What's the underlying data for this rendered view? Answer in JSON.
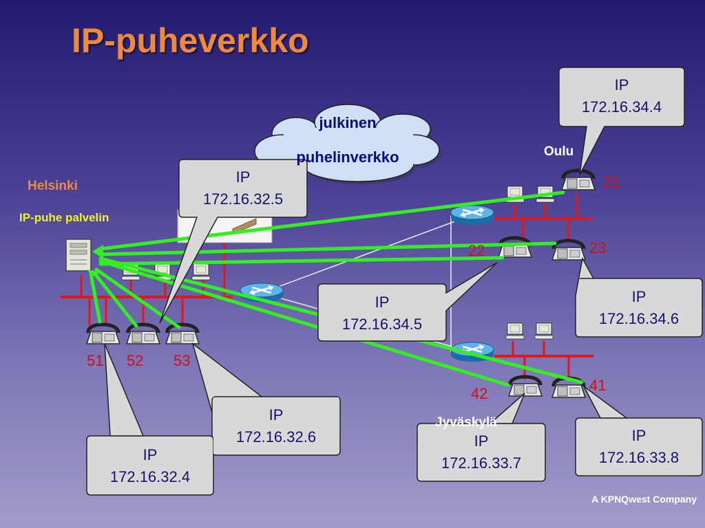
{
  "title": "IP-puheverkko",
  "cloud": {
    "line1": "julkinen",
    "line2": "puhelinverkko"
  },
  "sites": {
    "helsinki": "Helsinki",
    "server_label": "IP-puhe palvelin",
    "oulu": "Oulu",
    "jyvaskyla": "Jyväskylä"
  },
  "extensions": {
    "e51": "51",
    "e52": "52",
    "e53": "53",
    "e21": "21",
    "e23": "23",
    "e22": "22",
    "e41": "41",
    "e42": "42"
  },
  "callouts": {
    "c_34_4": {
      "line1": "IP",
      "line2": "172.16.34.4"
    },
    "c_32_5": {
      "line1": "IP",
      "line2": "172.16.32.5"
    },
    "c_34_5": {
      "line1": "IP",
      "line2": "172.16.34.5"
    },
    "c_34_6": {
      "line1": "IP",
      "line2": "172.16.34.6"
    },
    "c_32_6": {
      "line1": "IP",
      "line2": "172.16.32.6"
    },
    "c_32_4": {
      "line1": "IP",
      "line2": "172.16.32.4"
    },
    "c_33_7": {
      "line1": "IP",
      "line2": "172.16.33.7"
    },
    "c_33_8": {
      "line1": "IP",
      "line2": "172.16.33.8"
    }
  },
  "footer": {
    "company": "A KPNQwest Company"
  },
  "colors": {
    "title": "#ef8a3c",
    "site_label": "#ef8a3c",
    "server_label": "#f2f22a",
    "extension": "#d01010",
    "lan": "#e01818",
    "arrow": "#33ee22",
    "callout_fill": "#d8d8d8"
  }
}
